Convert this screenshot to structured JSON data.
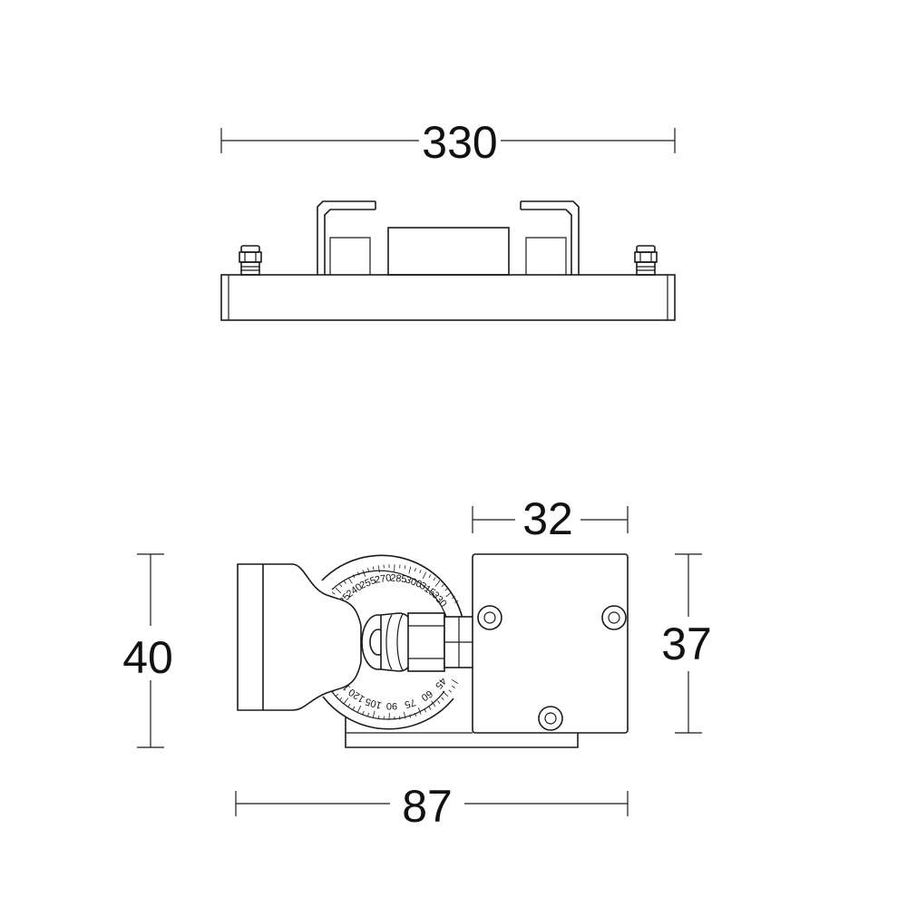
{
  "top_view": {
    "dim_width": "330"
  },
  "side_view": {
    "dim_mount_width": "32",
    "dim_total_height": "40",
    "dim_mount_height": "37",
    "dim_total_length": "87",
    "scale_upper": [
      "225",
      "240",
      "255",
      "270",
      "285",
      "300",
      "315",
      "330"
    ],
    "scale_lower": [
      "45",
      "60",
      "75",
      "90",
      "105",
      "120",
      "135"
    ]
  }
}
